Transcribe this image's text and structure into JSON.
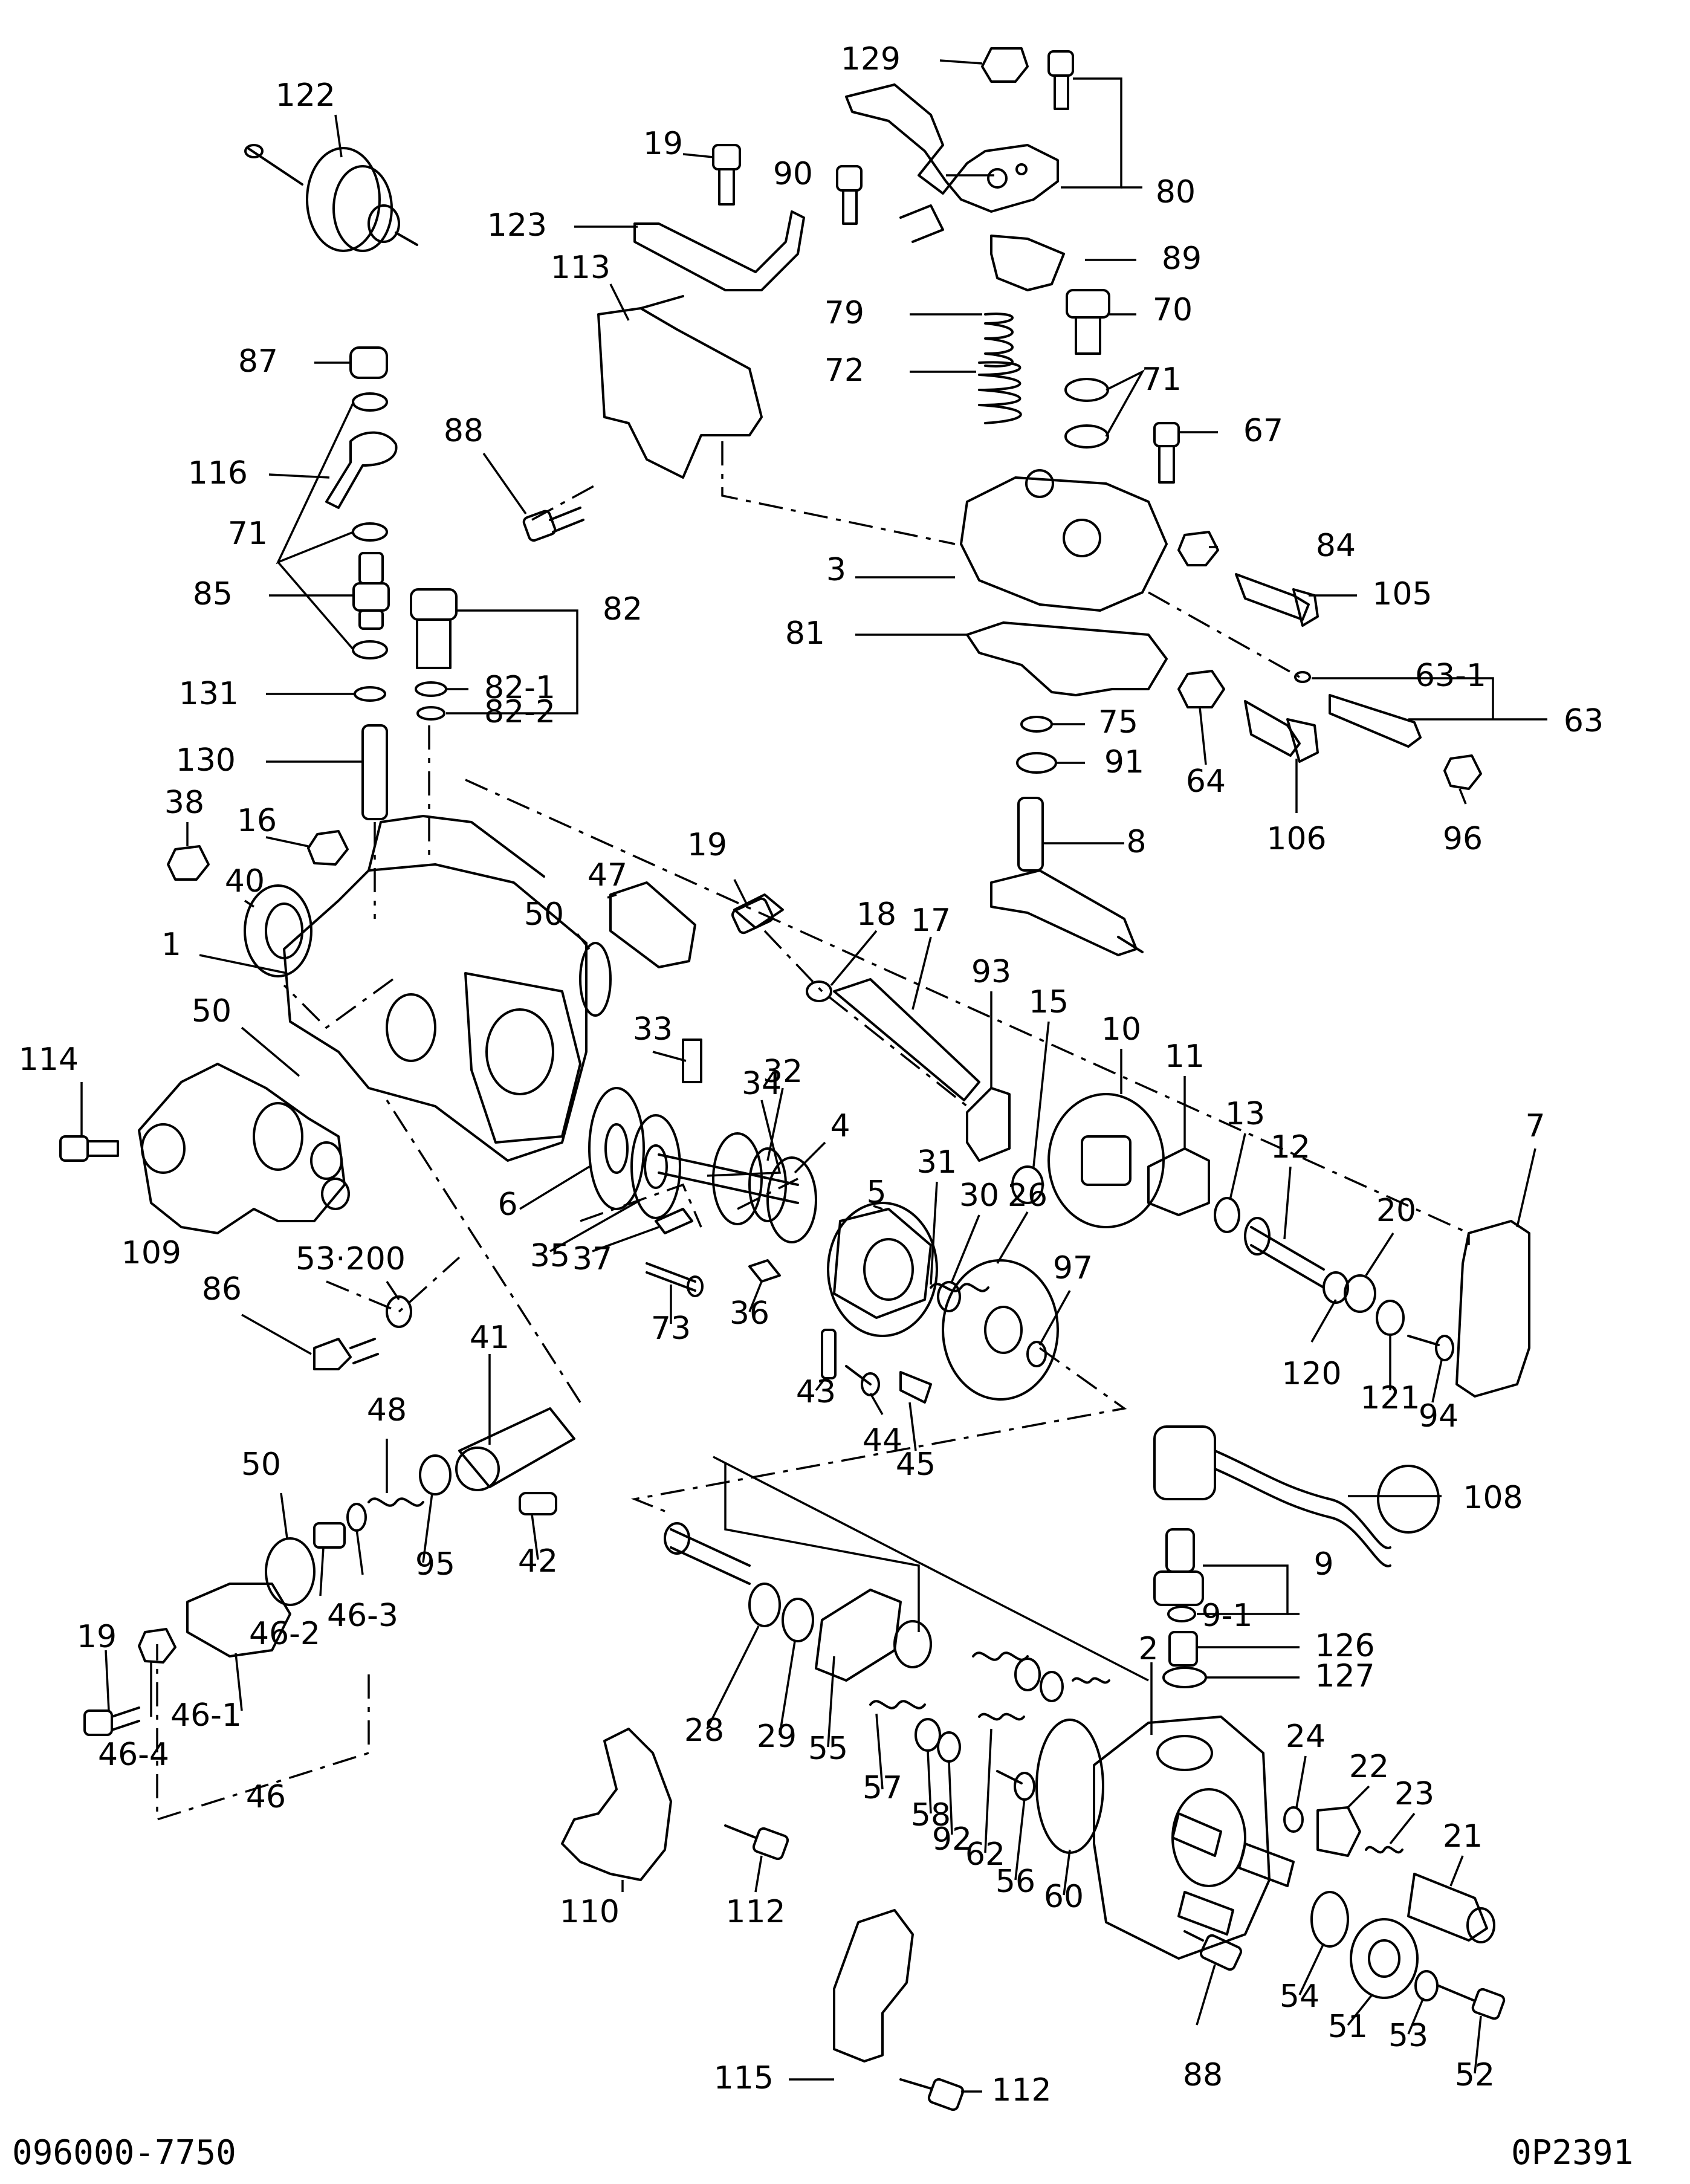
{
  "drawing": {
    "model_number": "096000-7750",
    "drawing_code": "0P2391"
  },
  "callouts": [
    "1",
    "2",
    "3",
    "4",
    "5",
    "6",
    "7",
    "8",
    "9",
    "9-1",
    "10",
    "11",
    "12",
    "13",
    "15",
    "16",
    "17",
    "18",
    "19",
    "20",
    "21",
    "22",
    "23",
    "24",
    "26",
    "28",
    "29",
    "30",
    "31",
    "32",
    "33",
    "34",
    "35",
    "36",
    "37",
    "38",
    "40",
    "41",
    "42",
    "43",
    "44",
    "45",
    "46",
    "46-1",
    "46-2",
    "46-3",
    "46-4",
    "47",
    "48",
    "50",
    "51",
    "52",
    "53",
    "53·200",
    "54",
    "55",
    "56",
    "57",
    "58",
    "60",
    "62",
    "63",
    "63-1",
    "64",
    "67",
    "70",
    "71",
    "72",
    "73",
    "75",
    "79",
    "80",
    "81",
    "82",
    "82-1",
    "82-2",
    "84",
    "85",
    "86",
    "87",
    "88",
    "89",
    "90",
    "91",
    "92",
    "93",
    "94",
    "95",
    "96",
    "97",
    "105",
    "106",
    "108",
    "109",
    "110",
    "112",
    "113",
    "114",
    "115",
    "116",
    "120",
    "121",
    "122",
    "123",
    "126",
    "127",
    "129",
    "130",
    "131"
  ],
  "icons": [
    "exploded-part-outline",
    "leader-line",
    "group-bracket",
    "alignment-centerline"
  ]
}
